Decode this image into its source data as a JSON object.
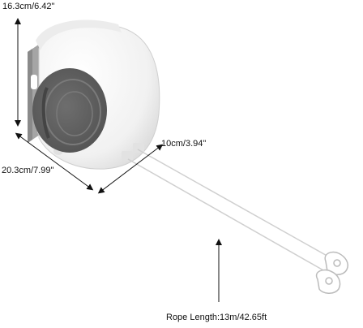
{
  "dimensions": {
    "height": "16.3cm/6.42\"",
    "width": "20.3cm/7.99\"",
    "depth": "10cm/3.94\"",
    "rope_length": "Rope Length:13m/42.65ft"
  },
  "colors": {
    "background": "#ffffff",
    "housing": "#f4f4f4",
    "housing_shadow": "#d9d9d9",
    "dial": "#5f5f5f",
    "dial_ring": "#7a7a7a",
    "bracket": "#9a9a9a",
    "rope": "#cccccc",
    "dimension_line": "#111111"
  }
}
